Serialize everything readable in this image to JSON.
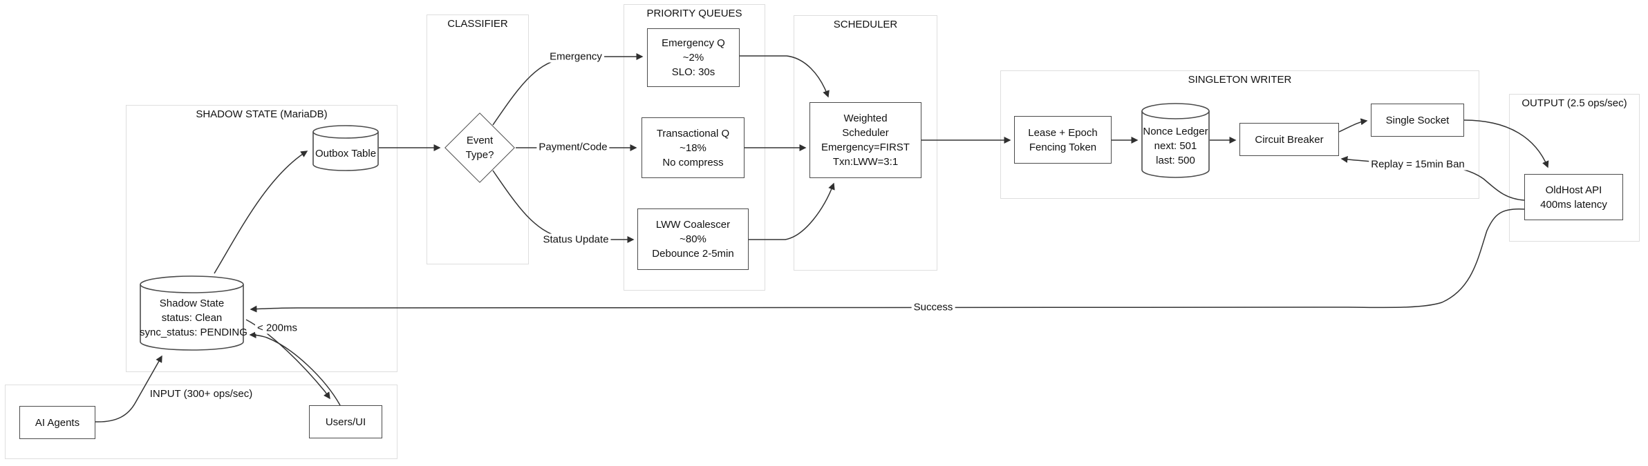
{
  "diagram": {
    "groups": {
      "shadow_state": {
        "title": "SHADOW STATE (MariaDB)"
      },
      "classifier": {
        "title": "CLASSIFIER"
      },
      "priority_queues": {
        "title": "PRIORITY QUEUES"
      },
      "scheduler": {
        "title": "SCHEDULER"
      },
      "singleton_writer": {
        "title": "SINGLETON WRITER"
      },
      "output": {
        "title": "OUTPUT (2.5 ops/sec)"
      },
      "input": {
        "title": "INPUT (300+ ops/sec)"
      }
    },
    "nodes": {
      "outbox_table": {
        "shape": "cylinder",
        "lines": [
          "Outbox Table"
        ]
      },
      "event_type": {
        "shape": "diamond",
        "lines": [
          "Event",
          "Type?"
        ]
      },
      "emergency_q": {
        "shape": "rect",
        "lines": [
          "Emergency Q",
          "~2%",
          "SLO: 30s"
        ]
      },
      "transactional_q": {
        "shape": "rect",
        "lines": [
          "Transactional Q",
          "~18%",
          "No compress"
        ]
      },
      "lww_coalescer": {
        "shape": "rect",
        "lines": [
          "LWW Coalescer",
          "~80%",
          "Debounce 2-5min"
        ]
      },
      "weighted_scheduler": {
        "shape": "rect",
        "lines": [
          "Weighted",
          "Scheduler",
          "Emergency=FIRST",
          "Txn:LWW=3:1"
        ]
      },
      "lease_epoch": {
        "shape": "rect",
        "lines": [
          "Lease + Epoch",
          "Fencing Token"
        ]
      },
      "nonce_ledger": {
        "shape": "cylinder",
        "lines": [
          "Nonce Ledger",
          "next: 501",
          "last: 500"
        ]
      },
      "circuit_breaker": {
        "shape": "rect",
        "lines": [
          "Circuit Breaker"
        ]
      },
      "single_socket": {
        "shape": "rect",
        "lines": [
          "Single Socket"
        ]
      },
      "oldhost_api": {
        "shape": "rect",
        "lines": [
          "OldHost API",
          "400ms latency"
        ]
      },
      "shadow_state_db": {
        "shape": "cylinder",
        "lines": [
          "Shadow State",
          "status: Clean",
          "sync_status: PENDING"
        ]
      },
      "ai_agents": {
        "shape": "rect",
        "lines": [
          "AI Agents"
        ]
      },
      "users_ui": {
        "shape": "rect",
        "lines": [
          "Users/UI"
        ]
      }
    },
    "edge_labels": {
      "emergency": "Emergency",
      "payment_code": "Payment/Code",
      "status_update": "Status Update",
      "success": "Success",
      "latency": "< 200ms",
      "replay": "Replay = 15min Ban"
    },
    "colors": {
      "background": "#ffffff",
      "node_border": "#4a4a4a",
      "group_border": "#dedede",
      "edge": "#333333",
      "text": "#111111"
    }
  }
}
